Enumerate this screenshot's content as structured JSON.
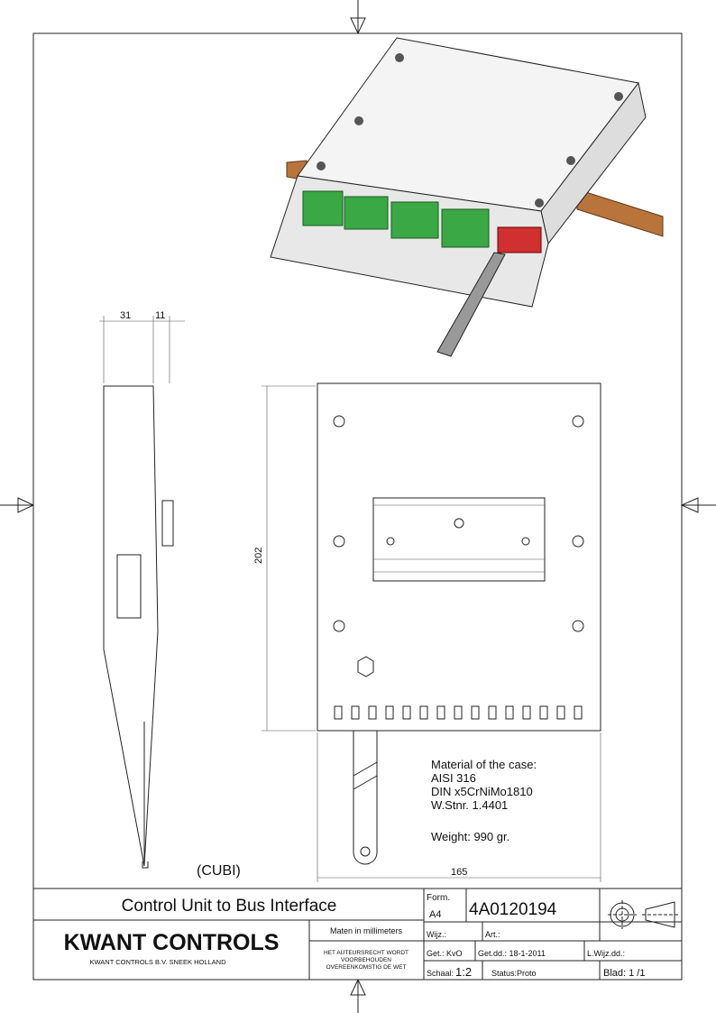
{
  "drawing": {
    "dimensions": {
      "side_depth": "31",
      "side_offset": "11",
      "height": "202",
      "width": "165"
    },
    "view_label": "(CUBI)",
    "material_notes": [
      "Material of the case:",
      "AISI 316",
      "DIN x5CrNiMo1810",
      "W.Stnr. 1.4401",
      "",
      "Weight: 990 gr."
    ]
  },
  "title_block": {
    "title": "Control Unit to Bus Interface",
    "company": "KWANT CONTROLS",
    "company_sub": "KWANT CONTROLS B.V. SNEEK HOLLAND",
    "units": "Maten in millimeters",
    "copyright": [
      "HET AUTEURSRECHT WORDT",
      "VOORBEHOUDEN",
      "OVEREENKOMSTIG DE WET"
    ],
    "form_label": "Form.",
    "form_value": "A4",
    "drawing_number": "4A0120194",
    "wijz": "Wijz.:",
    "art": "Art.:",
    "get": "Get.: KvO",
    "get_dd": "Get.dd.: 18-1-2011",
    "l_wijz_dd": "L.Wijz.dd.:",
    "schaal_label": "Schaal:",
    "schaal_value": "1:2",
    "status": "Status:Proto",
    "blad": "Blad: 1  /1"
  },
  "colors": {
    "terminal": "#3aa845",
    "rail": "#b8743a",
    "connector": "#d03030"
  }
}
